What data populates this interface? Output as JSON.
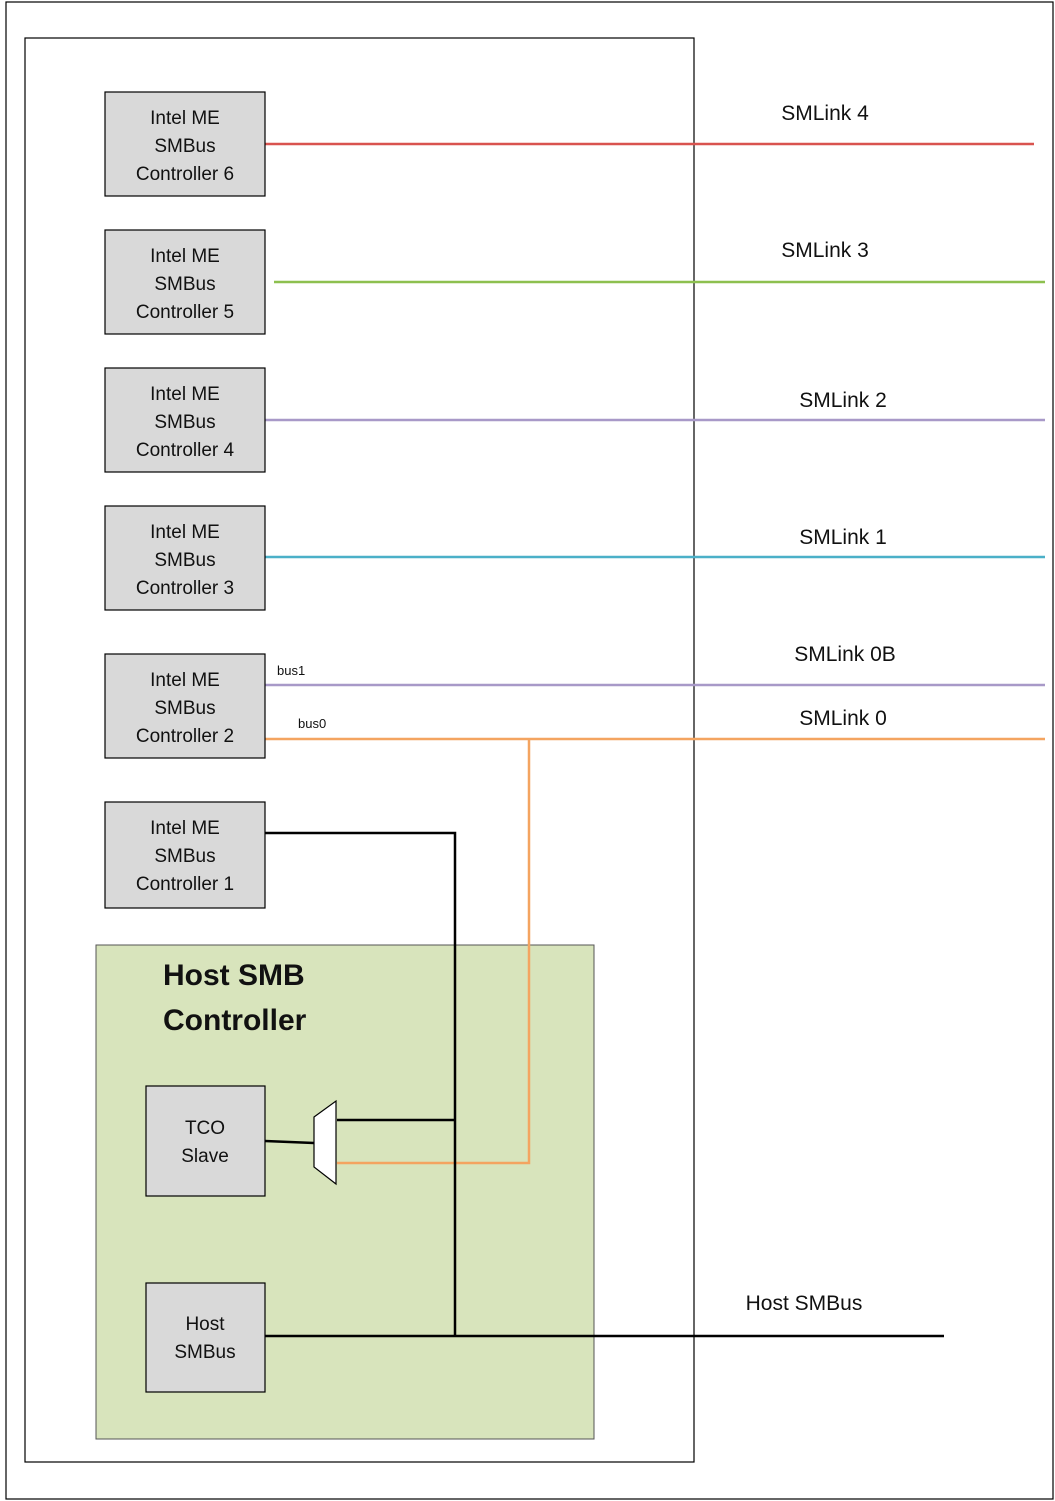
{
  "controllers": [
    {
      "id": "ctrl6",
      "lines": [
        "Intel ME",
        "SMBus",
        "Controller 6"
      ]
    },
    {
      "id": "ctrl5",
      "lines": [
        "Intel ME",
        "SMBus",
        "Controller 5"
      ]
    },
    {
      "id": "ctrl4",
      "lines": [
        "Intel ME",
        "SMBus",
        "Controller 4"
      ]
    },
    {
      "id": "ctrl3",
      "lines": [
        "Intel ME",
        "SMBus",
        "Controller 3"
      ]
    },
    {
      "id": "ctrl2",
      "lines": [
        "Intel ME",
        "SMBus",
        "Controller 2"
      ]
    },
    {
      "id": "ctrl1",
      "lines": [
        "Intel ME",
        "SMBus",
        "Controller 1"
      ]
    }
  ],
  "links": [
    {
      "id": "smlink4",
      "label": "SMLink 4",
      "color": "#d9534f"
    },
    {
      "id": "smlink3",
      "label": "SMLink 3",
      "color": "#8dc04f"
    },
    {
      "id": "smlink2",
      "label": "SMLink 2",
      "color": "#a899c8"
    },
    {
      "id": "smlink1",
      "label": "SMLink 1",
      "color": "#4bb0c8"
    },
    {
      "id": "smlink0b",
      "label": "SMLink 0B",
      "color": "#a899c8"
    },
    {
      "id": "smlink0",
      "label": "SMLink 0",
      "color": "#f4a460"
    }
  ],
  "bus_labels": {
    "bus1": "bus1",
    "bus0": "bus0"
  },
  "host_controller": {
    "title_line1": "Host SMB",
    "title_line2": "Controller",
    "fill": "#d8e4bc"
  },
  "tco_slave": {
    "lines": [
      "TCO",
      "Slave"
    ]
  },
  "host_smbus_block": {
    "lines": [
      "Host",
      "SMBus"
    ]
  },
  "host_smbus_link": {
    "label": "Host SMBus",
    "color": "#000000"
  },
  "colors": {
    "box_fill": "#d9d9d9",
    "border": "#000000"
  }
}
